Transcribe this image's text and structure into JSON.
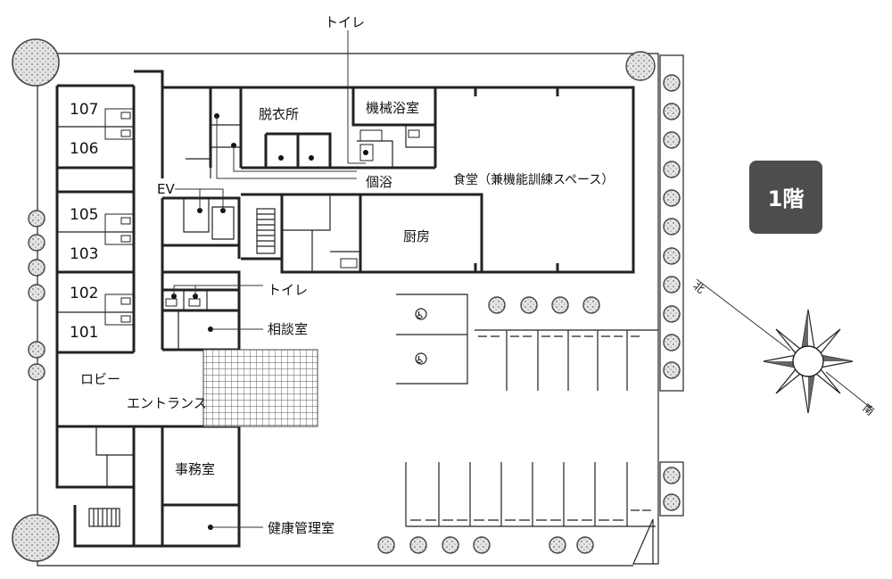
{
  "floor_badge": {
    "text": "1階",
    "color": "#4d4d4d"
  },
  "compass": {
    "north": "北",
    "south": "南"
  },
  "rooms": {
    "r107": "107",
    "r106": "106",
    "r105": "105",
    "r103": "103",
    "r102": "102",
    "r101": "101",
    "datsuijo": "脱衣所",
    "kikai_yokushitsu": "機械浴室",
    "shokudo": "食堂（兼機能訓練スペース）",
    "kobetsu_yoku": "個浴",
    "ev": "EV",
    "chubo": "厨房",
    "toilet_top": "トイレ",
    "toilet_mid": "トイレ",
    "sodanshitsu": "相談室",
    "lobby": "ロビー",
    "entrance": "エントランス",
    "jimushitsu": "事務室",
    "kenko_kanrishitsu": "健康管理室"
  },
  "colors": {
    "tree_fill": "#e0e0e0",
    "wall": "#222222"
  }
}
